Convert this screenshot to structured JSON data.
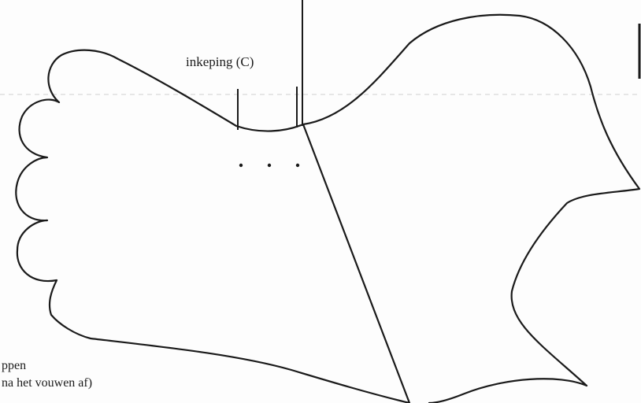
{
  "labels": {
    "top_cut": "",
    "notch": "inkeping (C)",
    "cut_line1": "ppen",
    "cut_line2": "na het vouwen af)"
  },
  "colors": {
    "ink": "#1a1a1a",
    "fold_line": "#c8c8c8",
    "paper": "#fdfdfd"
  }
}
